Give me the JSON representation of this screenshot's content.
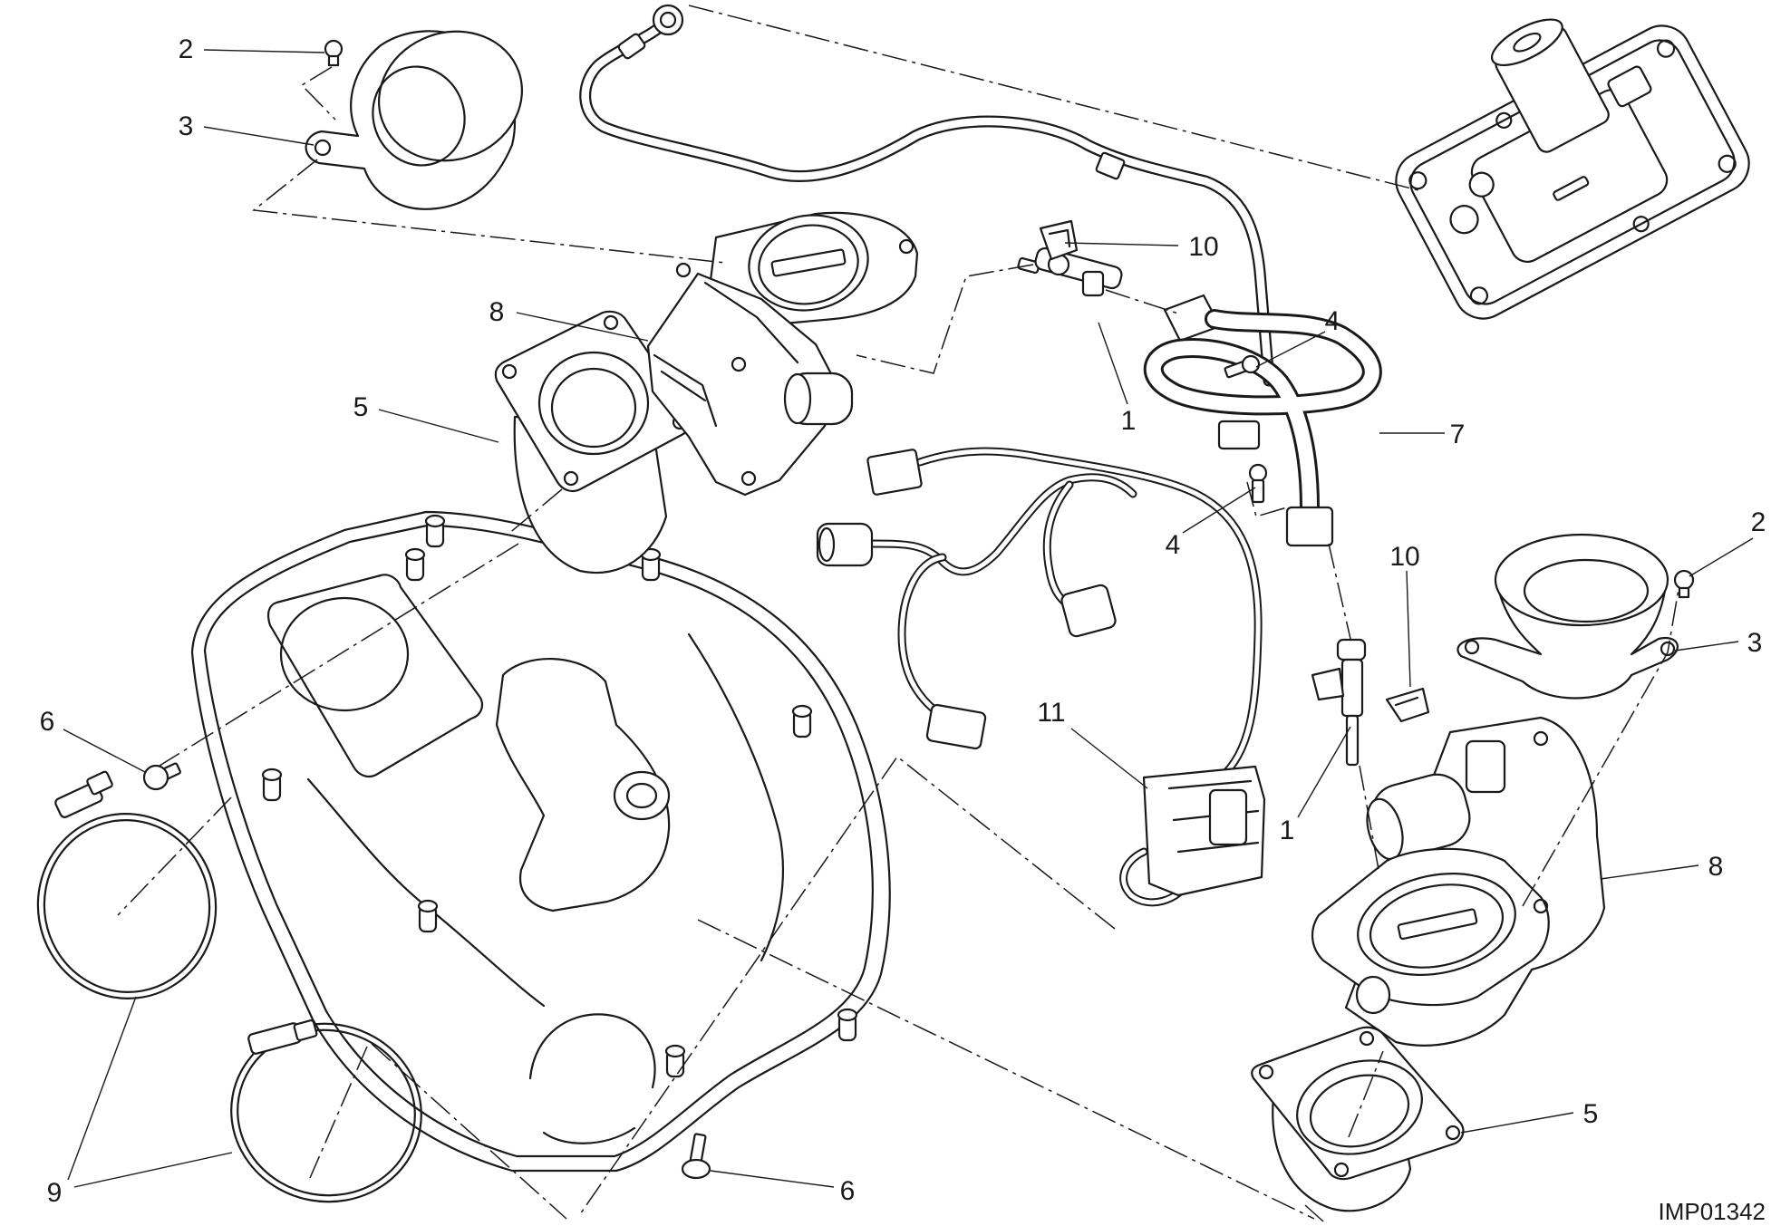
{
  "callouts": {
    "screw_left": "2",
    "funnel_left": "3",
    "throttle_body_left": "8",
    "gasket_left": "5",
    "clip_upper": "10",
    "injector_upper": "1",
    "bolt_upper": "4",
    "fuel_hose": "7",
    "bolt_lower": "4",
    "clip_lower": "10",
    "screw_right": "2",
    "funnel_right": "3",
    "wiring_harness": "11",
    "injector_lower": "1",
    "throttle_body_right": "8",
    "screw_airbox_left": "6",
    "gasket_right": "5",
    "screw_airbox_bottom": "6",
    "hose_clamps": "9"
  },
  "drawing_code": "IMP01342",
  "colors": {
    "line": "#1a1a1a",
    "background": "#ffffff"
  }
}
